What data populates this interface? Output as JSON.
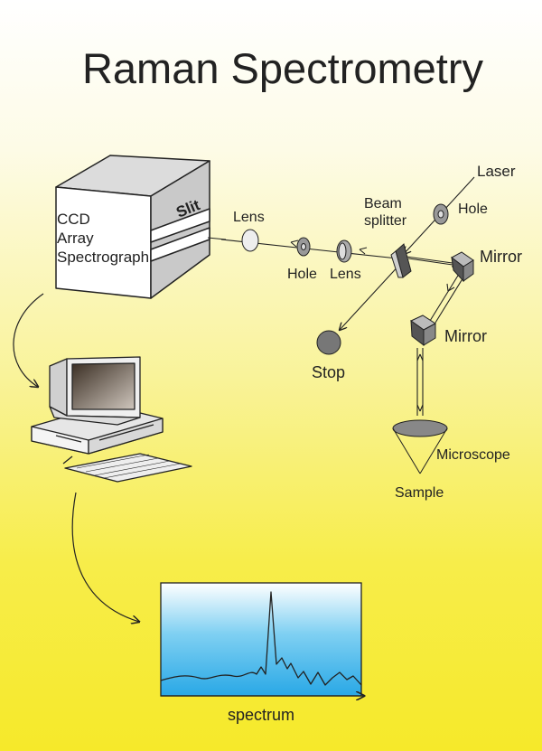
{
  "title": "Raman Spectrometry",
  "spectrograph": {
    "slit_label": "Slit",
    "lines": [
      "CCD",
      "Array",
      "Spectrograph"
    ]
  },
  "labels": {
    "laser": "Laser",
    "hole_top": "Hole",
    "beam_splitter_1": "Beam",
    "beam_splitter_2": "splitter",
    "mirror_1": "Mirror",
    "mirror_2": "Mirror",
    "lens_left": "Lens",
    "hole_mid": "Hole",
    "lens_mid": "Lens",
    "stop": "Stop",
    "microscope": "Microscope",
    "sample": "Sample",
    "spectrum": "spectrum"
  },
  "colors": {
    "spectrum_top": "#ffffff",
    "spectrum_bottom": "#29a8e6",
    "ink": "#222222"
  }
}
